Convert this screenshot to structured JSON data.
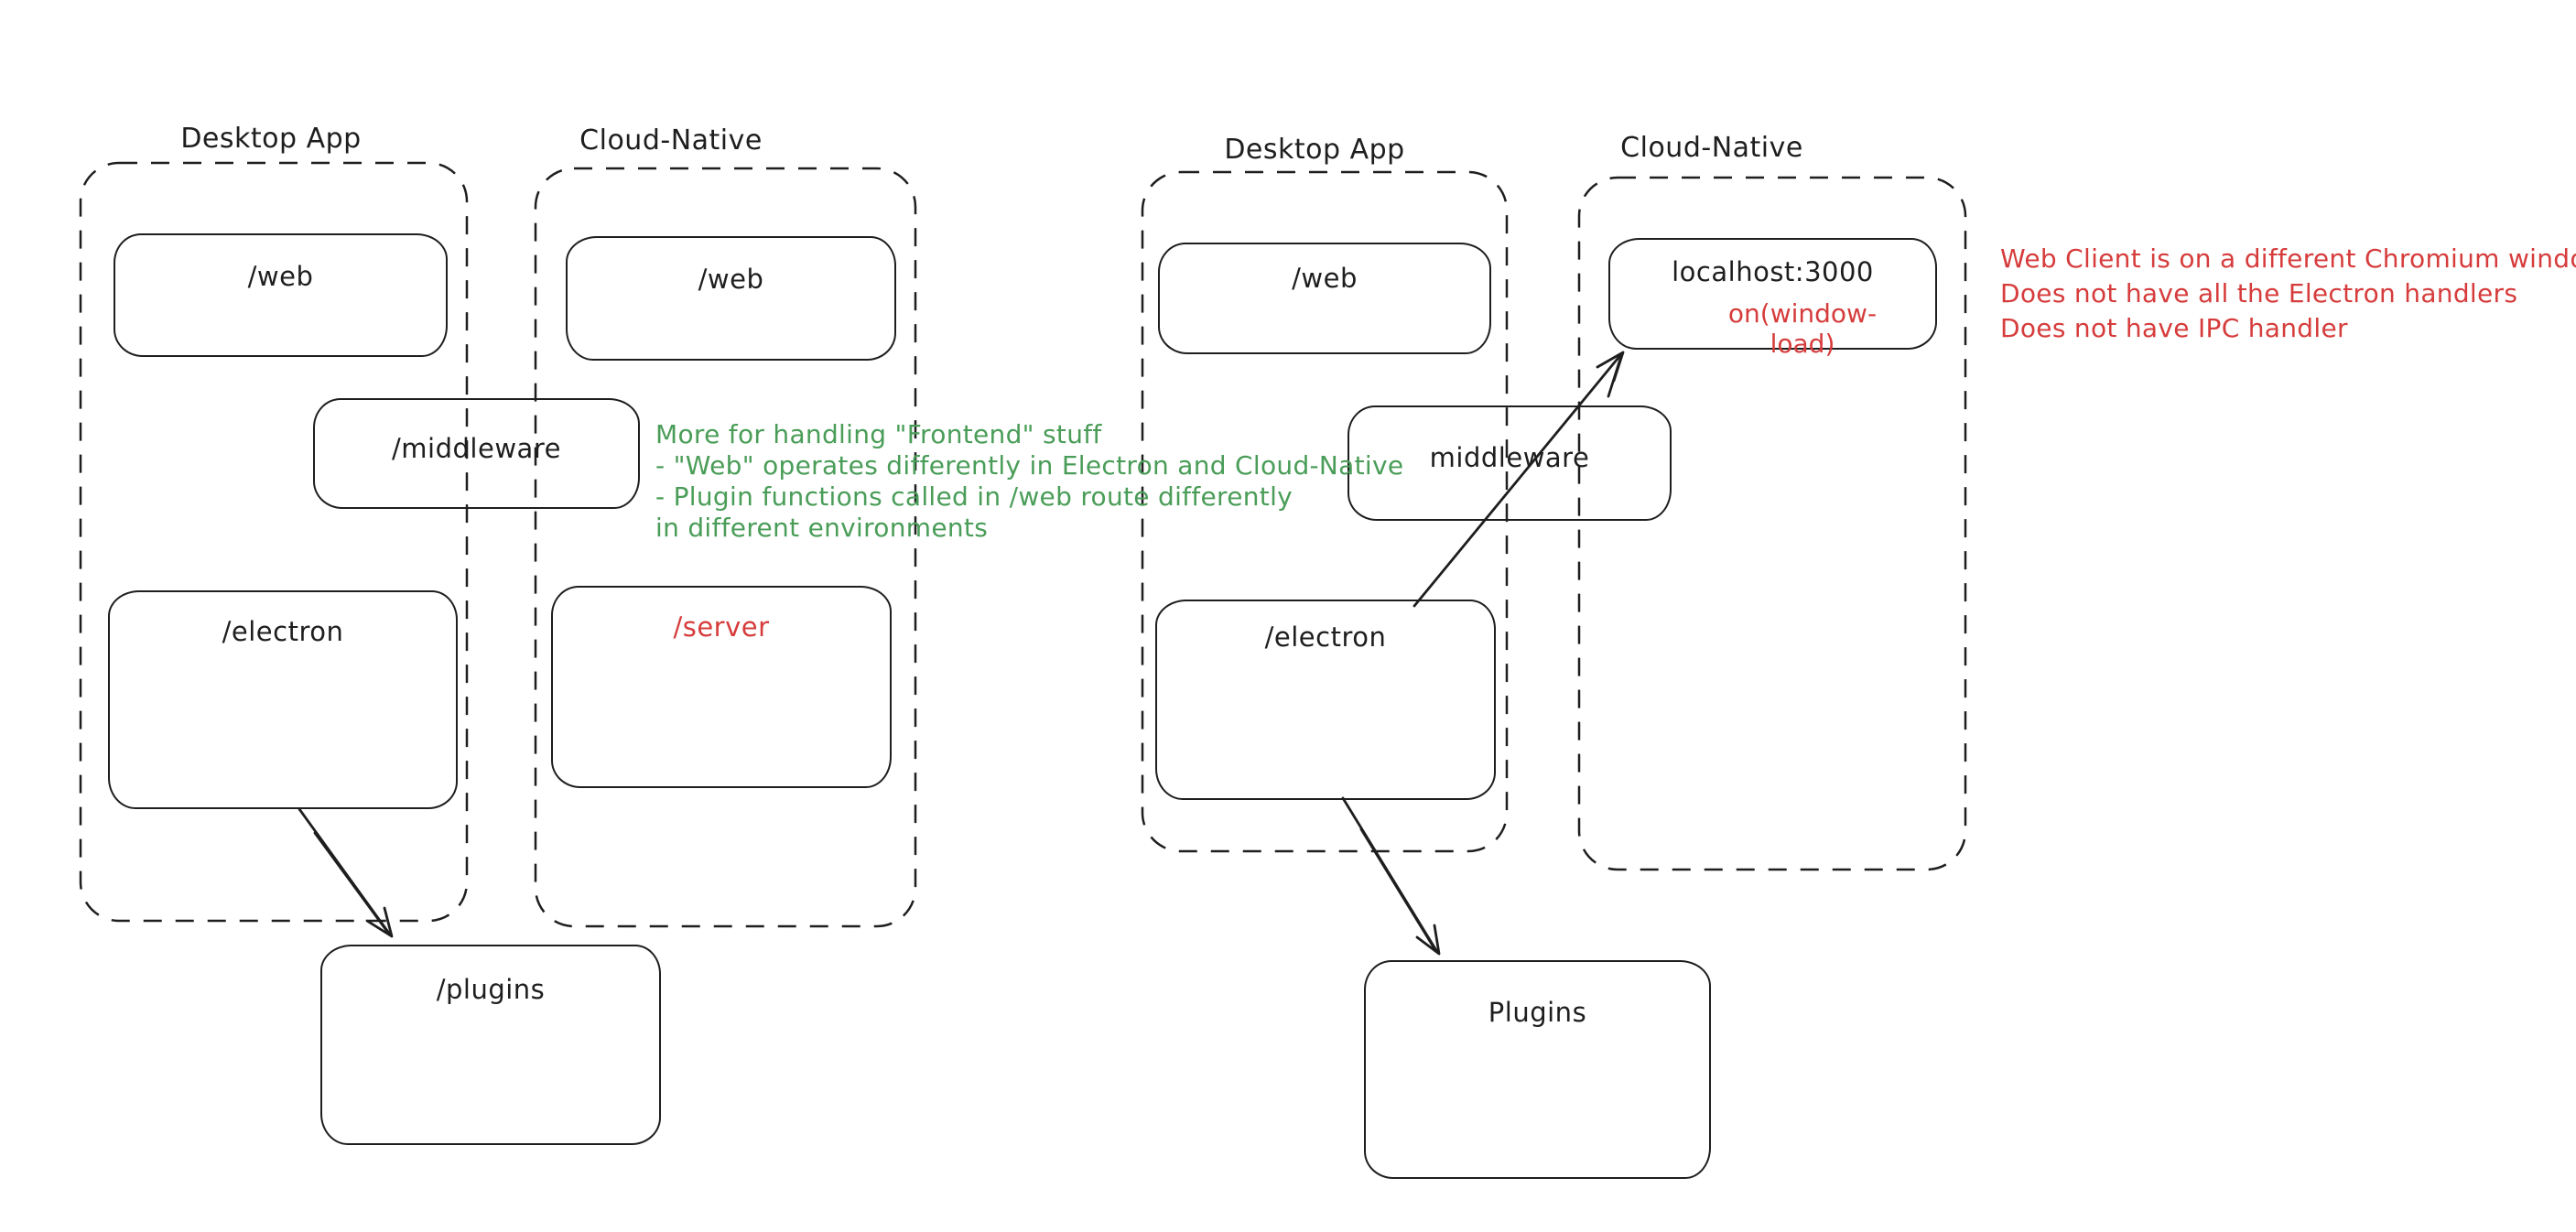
{
  "colors": {
    "stroke": "#1e1e1e",
    "red": "#d63c3c",
    "green": "#4a9d58",
    "background": "#ffffff"
  },
  "left": {
    "desktop_title": "Desktop App",
    "cloud_title": "Cloud-Native",
    "boxes": {
      "web_desktop": "/web",
      "web_cloud": "/web",
      "middleware": "/middleware",
      "electron": "/electron",
      "server": "/server",
      "plugins": "/plugins"
    },
    "green_note": [
      "More for handling \"Frontend\" stuff",
      "- \"Web\" operates differently in Electron and Cloud-Native",
      "- Plugin functions called in /web route differently",
      "in different environments"
    ]
  },
  "right": {
    "desktop_title": "Desktop App",
    "cloud_title": "Cloud-Native",
    "boxes": {
      "web": "/web",
      "localhost": "localhost:3000",
      "on_window_load": "on(window-load)",
      "middleware": "middleware",
      "electron": "/electron",
      "plugins": "Plugins"
    },
    "red_note": [
      "Web Client is on a different Chromium window",
      "Does not have all the Electron handlers",
      "Does not have IPC handler"
    ]
  }
}
